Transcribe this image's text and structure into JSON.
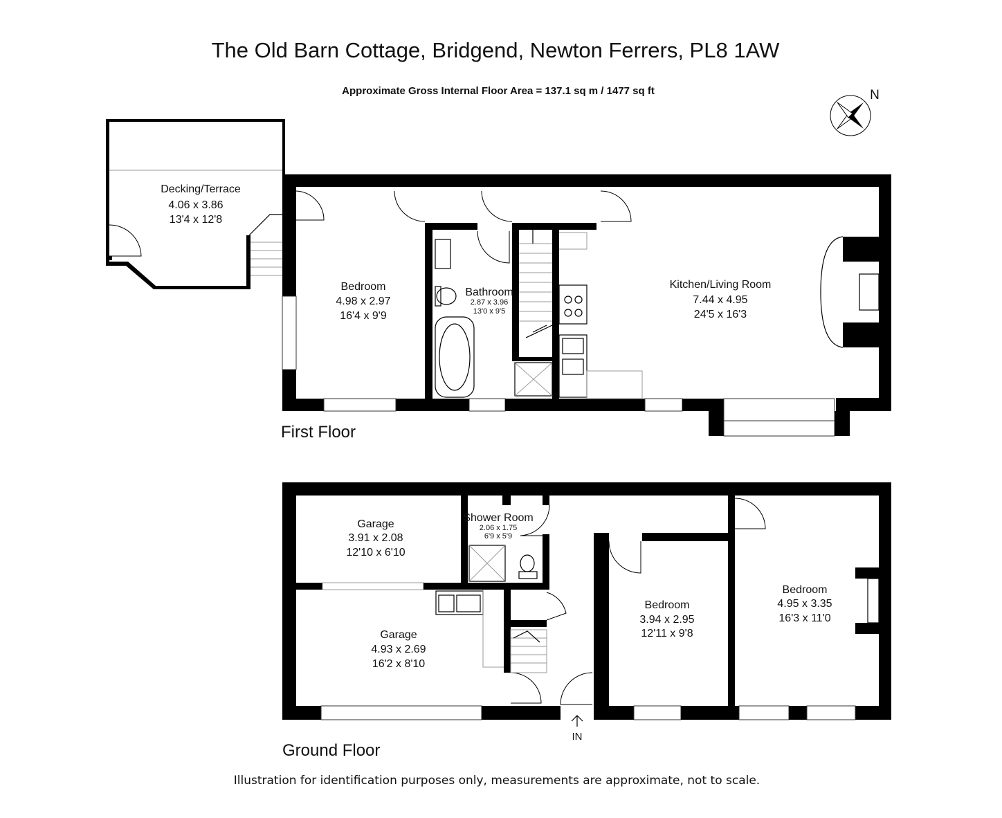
{
  "header": {
    "title": "The Old Barn Cottage, Bridgend, Newton Ferrers, PL8 1AW",
    "area": "Approximate Gross Internal Floor Area  = 137.1 sq m  / 1477 sq ft",
    "compass_label": "N"
  },
  "first_floor": {
    "label": "First Floor",
    "rooms": {
      "decking": {
        "name": "Decking/Terrace",
        "metric": "4.06 x 3.86",
        "imperial": "13'4 x 12'8"
      },
      "bedroom": {
        "name": "Bedroom",
        "metric": "4.98 x 2.97",
        "imperial": "16'4 x 9'9"
      },
      "bathroom": {
        "name": "Bathroom",
        "metric": "2.87 x 3.96",
        "imperial": "13'0 x 9'5"
      },
      "kitchen": {
        "name": "Kitchen/Living Room",
        "metric": "7.44 x 4.95",
        "imperial": "24'5 x 16'3"
      }
    }
  },
  "ground_floor": {
    "label": "Ground Floor",
    "entrance": "IN",
    "rooms": {
      "garage1": {
        "name": "Garage",
        "metric": "3.91 x 2.08",
        "imperial": "12'10 x 6'10"
      },
      "shower": {
        "name": "Shower Room",
        "metric": "2.06 x 1.75",
        "imperial": "6'9 x 5'9"
      },
      "garage2": {
        "name": "Garage",
        "metric": "4.93 x 2.69",
        "imperial": "16'2 x 8'10"
      },
      "bedroom1": {
        "name": "Bedroom",
        "metric": "3.94 x 2.95",
        "imperial": "12'11 x 9'8"
      },
      "bedroom2": {
        "name": "Bedroom",
        "metric": "4.95 x 3.35",
        "imperial": "16'3 x 11'0"
      }
    }
  },
  "footer": {
    "disclaimer": "Illustration for identification purposes only, measurements are approximate, not to scale."
  }
}
